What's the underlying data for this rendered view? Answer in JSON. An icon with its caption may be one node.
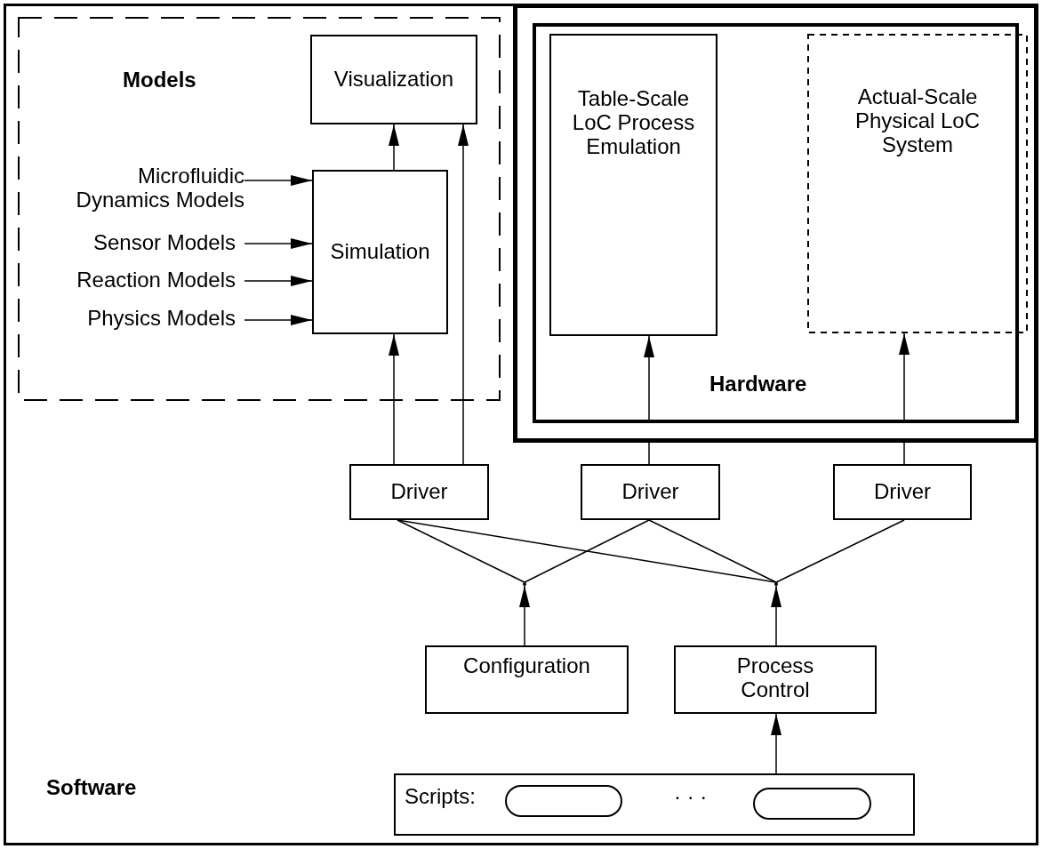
{
  "diagram": {
    "nodes": [
      {
        "text": [
          "Software"
        ]
      },
      {
        "text": [
          "Models"
        ],
        "in": 0
      },
      {
        "text": [
          "Visualization"
        ],
        "in": 1
      },
      {
        "text": [
          "Simulation"
        ],
        "in": 1
      },
      {
        "text": [
          "Microfluidic Dynamics Models"
        ],
        "in": 1
      },
      {
        "text": [
          "Sensor Models"
        ],
        "in": 1
      },
      {
        "text": [
          "Reaction Models"
        ],
        "in": 1
      },
      {
        "text": [
          "Physics Models"
        ],
        "in": 1
      },
      {
        "text": [
          "Hardware"
        ],
        "in": 0
      },
      {
        "text": [
          "Table-Scale LoC Process Emulation"
        ],
        "in": 8
      },
      {
        "text": [
          "Actual-Scale Physical LoC System"
        ],
        "in": 8
      },
      {
        "text": [
          "Driver"
        ],
        "in": 0
      },
      {
        "text": [
          "Driver"
        ],
        "in": 0
      },
      {
        "text": [
          "Driver"
        ],
        "in": 0
      },
      {
        "text": [
          "Configuration"
        ],
        "in": 0
      },
      {
        "text": [
          "Process Control"
        ],
        "in": 0
      },
      {
        "text": [
          "Scripts:",
          "· · ·"
        ],
        "in": 0
      },
      {
        "text": [],
        "shape": "pill",
        "in": 16
      },
      {
        "text": [],
        "shape": "pill",
        "in": 16
      },
      {
        "text": [],
        "shape": "point",
        "in": 0
      },
      {
        "text": [],
        "shape": "point",
        "in": 0
      }
    ],
    "edges": [
      {
        "from": 3,
        "to": 2,
        "arrow": "to"
      },
      {
        "from": 4,
        "to": 3,
        "arrow": "to"
      },
      {
        "from": 5,
        "to": 3,
        "arrow": "to"
      },
      {
        "from": 6,
        "to": 3,
        "arrow": "to"
      },
      {
        "from": 7,
        "to": 3,
        "arrow": "to"
      },
      {
        "from": 11,
        "to": 3,
        "arrow": "to"
      },
      {
        "from": 11,
        "to": 2,
        "arrow": "to"
      },
      {
        "from": 12,
        "to": 9,
        "arrow": "to"
      },
      {
        "from": 13,
        "to": 10,
        "arrow": "to"
      },
      {
        "from": 14,
        "to": 19,
        "arrow": "to"
      },
      {
        "from": 19,
        "to": 11,
        "arrow": "none"
      },
      {
        "from": 19,
        "to": 12,
        "arrow": "none"
      },
      {
        "from": 15,
        "to": 20,
        "arrow": "to"
      },
      {
        "from": 20,
        "to": 11,
        "arrow": "none"
      },
      {
        "from": 20,
        "to": 12,
        "arrow": "none"
      },
      {
        "from": 20,
        "to": 13,
        "arrow": "none"
      },
      {
        "from": 16,
        "to": 15,
        "arrow": "to"
      }
    ]
  }
}
